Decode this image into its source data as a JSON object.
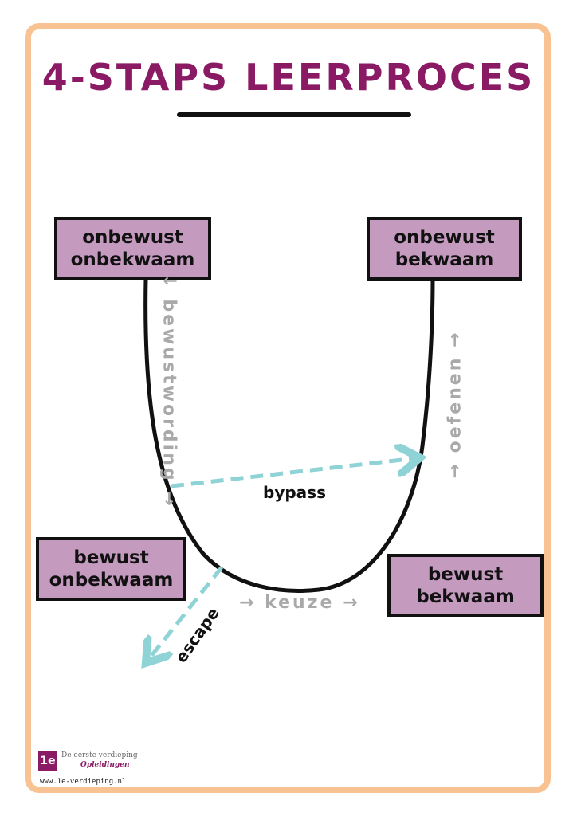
{
  "title": "4-STAPS LEERPROCES",
  "stages": {
    "ob_onbekwaam": [
      "onbewust",
      "onbekwaam"
    ],
    "ob_bekwaam": [
      "onbewust",
      "bekwaam"
    ],
    "b_onbekwaam": [
      "bewust",
      "onbekwaam"
    ],
    "b_bekwaam": [
      "bewust",
      "bekwaam"
    ]
  },
  "transitions": {
    "bewustwording": "↓ bewustwording →",
    "keuze": "→ keuze →",
    "oefenen": "→ oefenen →",
    "bypass": "bypass",
    "escape": "escape"
  },
  "footer": {
    "logo_mark": "1e",
    "company": "De eerste verdieping",
    "division": "Opleidingen",
    "url": "www.1e-verdieping.nl"
  },
  "colors": {
    "title": "#8a1a64",
    "box": "#c59abf",
    "frame": "#f8c293",
    "dashed": "#8fd3d6",
    "label": "#a9a9a9"
  }
}
